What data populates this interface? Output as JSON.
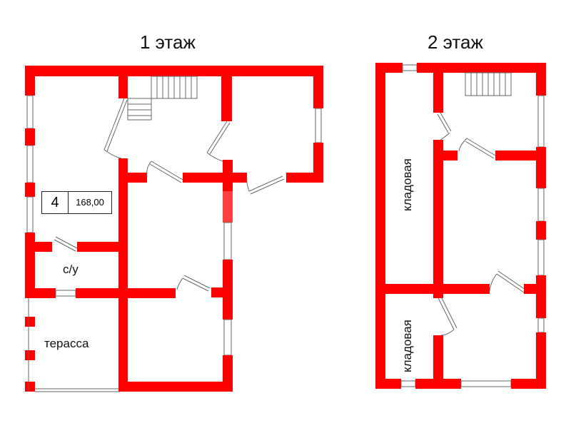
{
  "floors": [
    {
      "title": "1 этаж",
      "rooms": [
        "с/у",
        "терасса"
      ]
    },
    {
      "title": "2 этаж",
      "rooms": [
        "кладовая",
        "кладовая"
      ]
    }
  ],
  "plan_tag": {
    "number": "4",
    "area": "168,00"
  },
  "colors": {
    "wall": "#ff0000",
    "background": "#ffffff",
    "line": "#666666"
  }
}
